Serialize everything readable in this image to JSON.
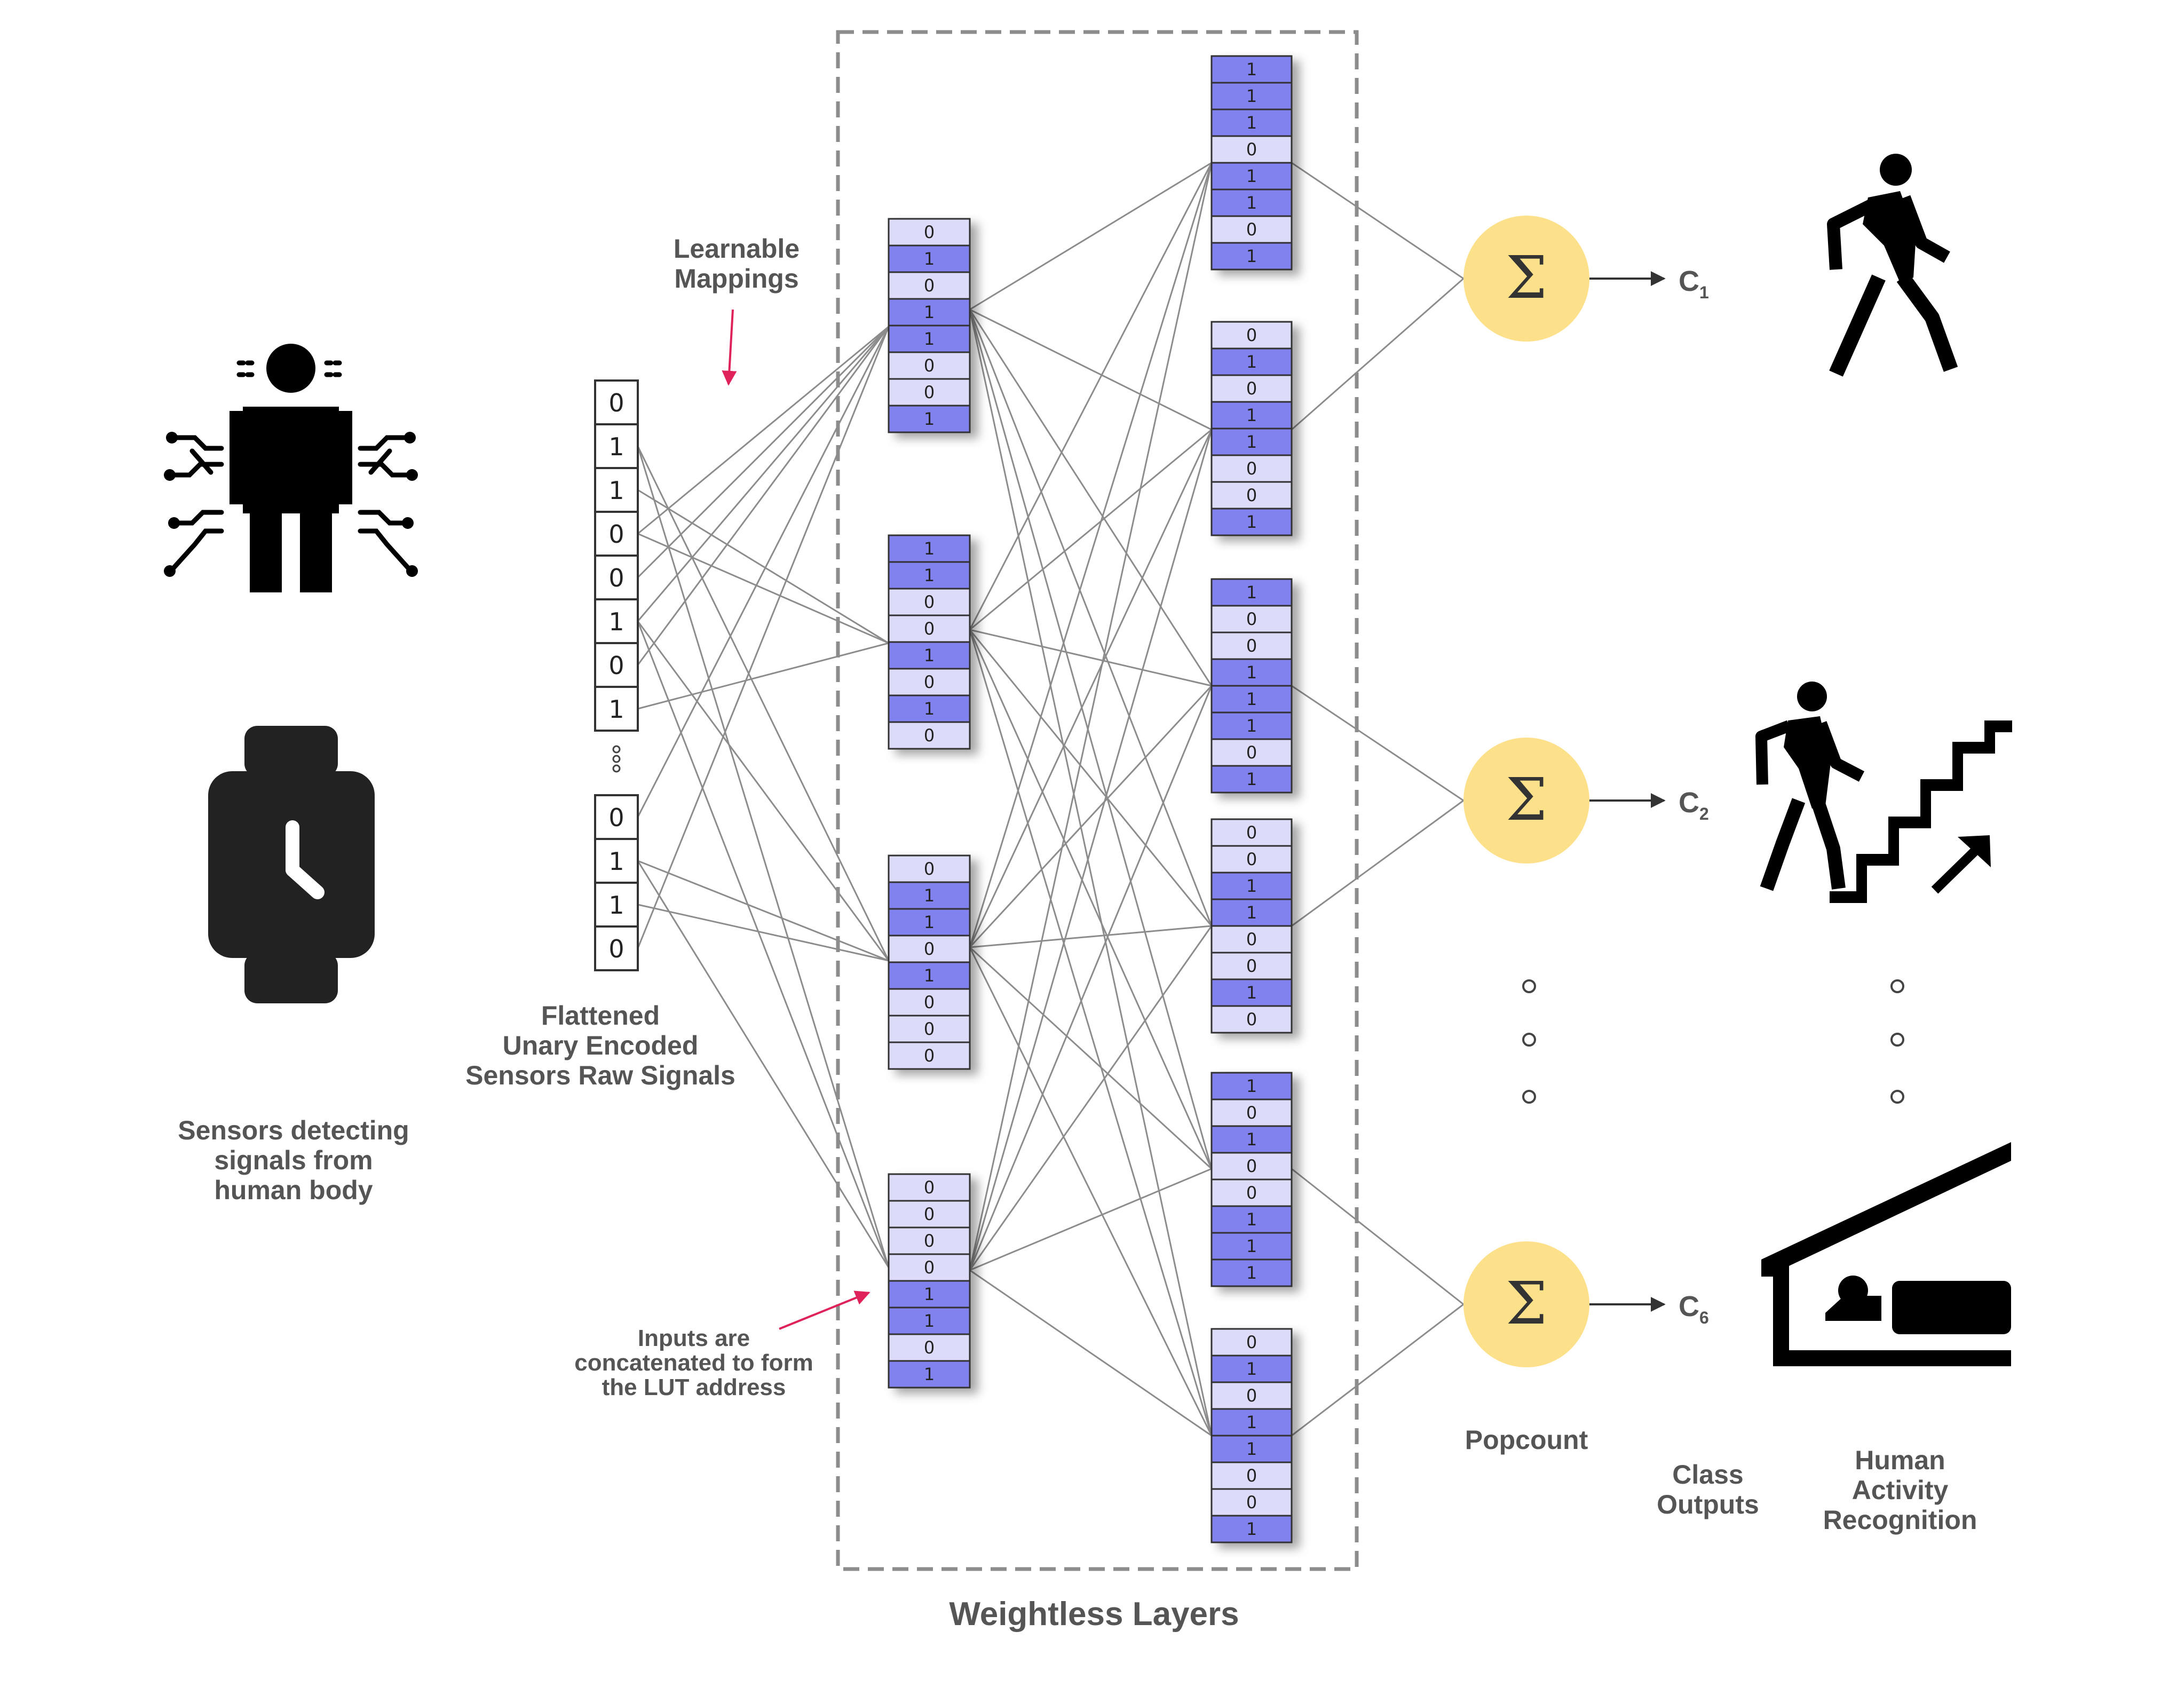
{
  "labels": {
    "sensors_caption": "Sensors detecting\nsignals from\nhuman body",
    "input_caption": "Flattened\nUnary Encoded\nSensors Raw Signals",
    "learnable_mappings": "Learnable\nMappings",
    "inputs_concat": "Inputs are\nconcatenated to form\nthe LUT address",
    "weightless_layers": "Weightless Layers",
    "popcount": "Popcount",
    "class_outputs": "Class\nOutputs",
    "har": "Human\nActivity\nRecognition"
  },
  "input_vector": {
    "top_bits": [
      "0",
      "1",
      "1",
      "0",
      "0",
      "1",
      "0",
      "1"
    ],
    "bottom_bits": [
      "0",
      "1",
      "1",
      "0"
    ]
  },
  "layer1_luts": [
    [
      "0",
      "1",
      "0",
      "1",
      "1",
      "0",
      "0",
      "1"
    ],
    [
      "1",
      "1",
      "0",
      "0",
      "1",
      "0",
      "1",
      "0"
    ],
    [
      "0",
      "1",
      "1",
      "0",
      "1",
      "0",
      "0",
      "0"
    ],
    [
      "0",
      "0",
      "0",
      "0",
      "1",
      "1",
      "0",
      "1"
    ]
  ],
  "layer2_luts": [
    [
      "1",
      "1",
      "1",
      "0",
      "1",
      "1",
      "0",
      "1"
    ],
    [
      "0",
      "1",
      "0",
      "1",
      "1",
      "0",
      "0",
      "1"
    ],
    [
      "1",
      "0",
      "0",
      "1",
      "1",
      "1",
      "0",
      "1"
    ],
    [
      "0",
      "0",
      "1",
      "1",
      "0",
      "0",
      "1",
      "0"
    ],
    [
      "1",
      "0",
      "1",
      "0",
      "0",
      "1",
      "1",
      "1"
    ],
    [
      "0",
      "1",
      "0",
      "1",
      "1",
      "0",
      "0",
      "1"
    ]
  ],
  "popcount_symbol": "Σ",
  "class_labels": [
    {
      "main": "C",
      "sub": "1"
    },
    {
      "main": "C",
      "sub": "2"
    },
    {
      "main": "C",
      "sub": "6"
    }
  ],
  "icons": [
    "person-sensors-icon",
    "smartwatch-icon",
    "walking-icon",
    "climbing-stairs-icon",
    "lying-down-icon"
  ],
  "colors": {
    "bit_one": "#8282ee",
    "bit_zero": "#dcdcfa",
    "popcount_fill": "#fde08a",
    "arrow_pink": "#e0225b",
    "icon_black": "#000000",
    "watch_dark": "#222222",
    "connection_line": "#8c8c8c",
    "label_gray": "#555555"
  }
}
